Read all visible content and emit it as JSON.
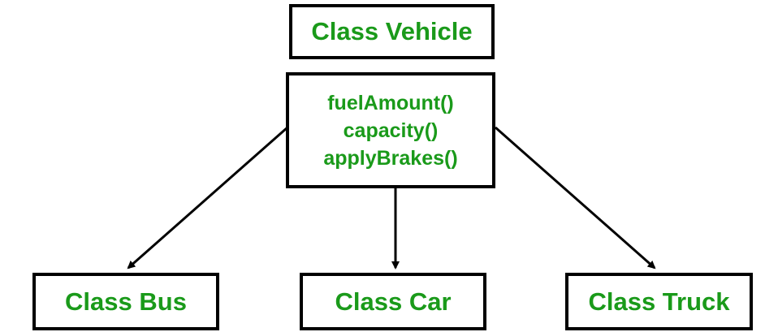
{
  "parent": {
    "title": "Class Vehicle",
    "methods": [
      "fuelAmount()",
      "capacity()",
      "applyBrakes()"
    ]
  },
  "children": [
    {
      "label": "Class Bus"
    },
    {
      "label": "Class Car"
    },
    {
      "label": "Class Truck"
    }
  ],
  "colors": {
    "text": "#1a9a1a",
    "border": "#000000",
    "background": "#ffffff"
  }
}
